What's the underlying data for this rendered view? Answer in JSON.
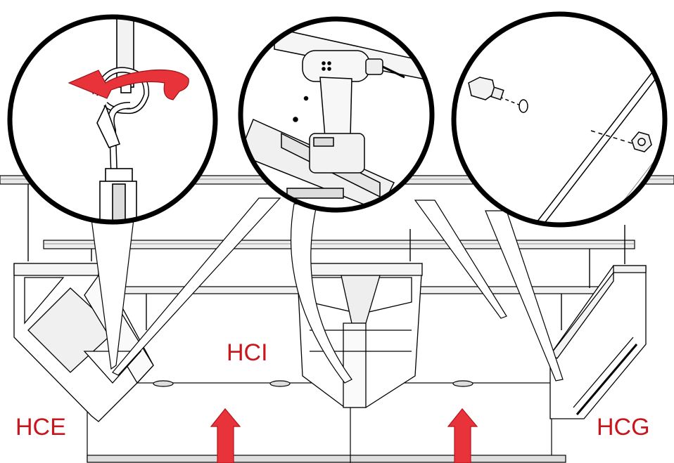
{
  "labels": {
    "hce": "HCE",
    "hci": "HCI",
    "hcg": "HCG"
  },
  "colors": {
    "label": "#c8161d",
    "arrow": "#e8333a",
    "arrow_stroke": "#b3141a",
    "line": "#000000",
    "panel": "#ffffff"
  },
  "icons": [
    "rotate-arrow-icon",
    "eye-bolt-icon",
    "cordless-drill-icon",
    "bolt-icon",
    "washer-icon",
    "nut-icon",
    "up-arrow-icon"
  ]
}
